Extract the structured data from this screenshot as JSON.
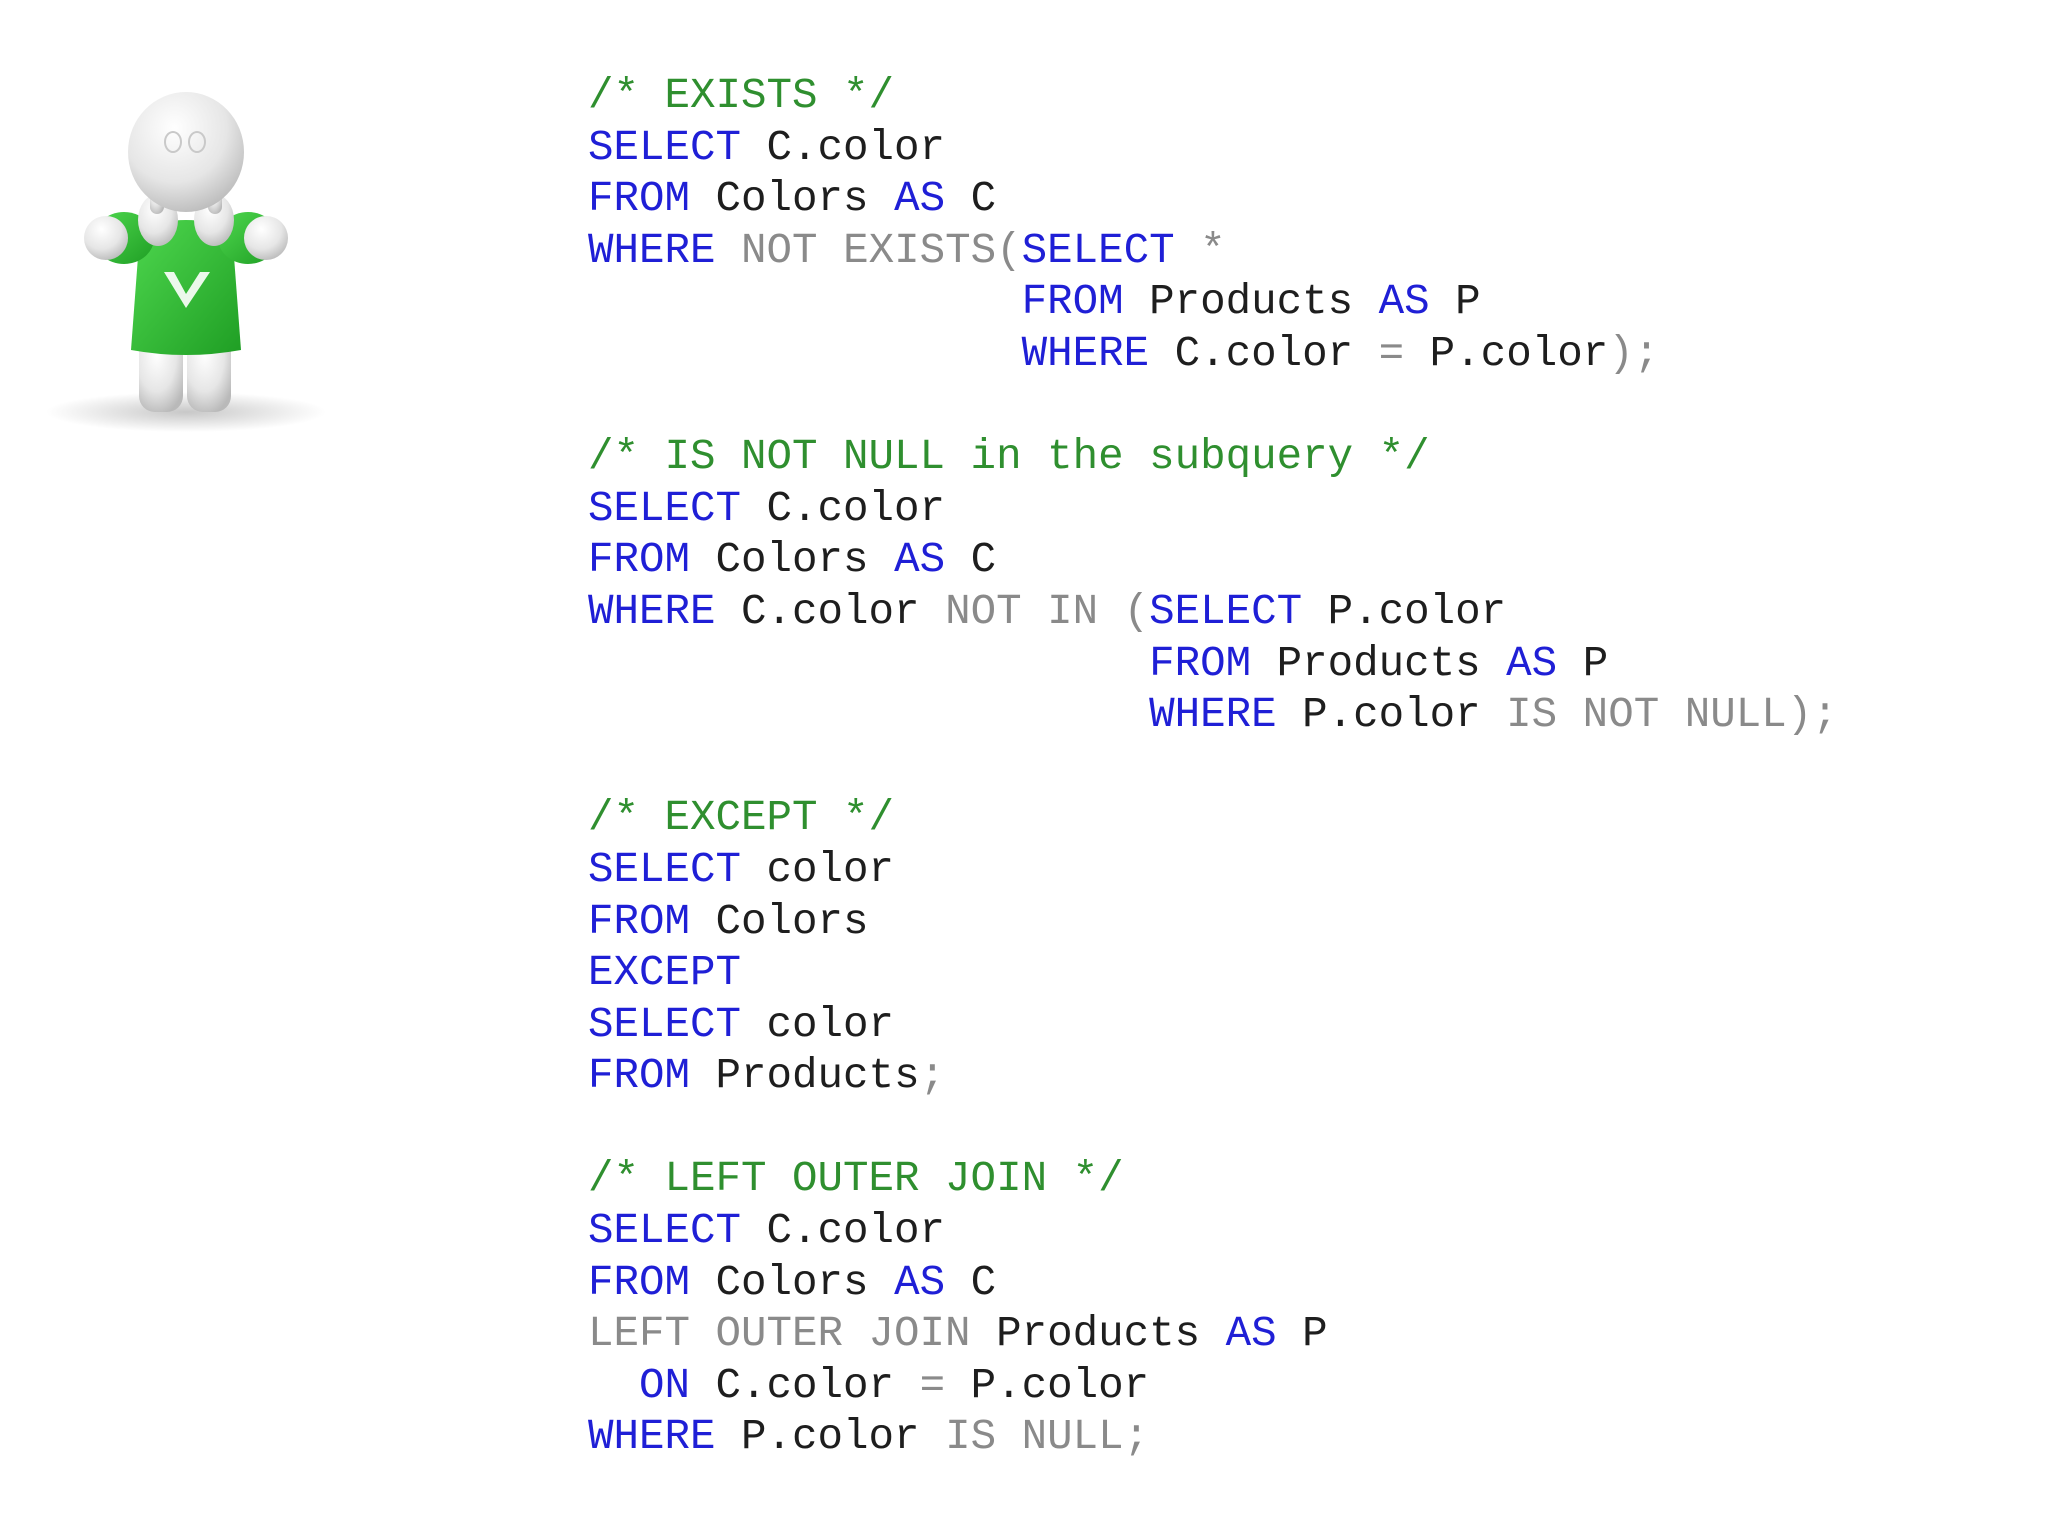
{
  "code_lines": [
    [
      {
        "t": "cm",
        "s": "/* EXISTS */"
      }
    ],
    [
      {
        "t": "kw",
        "s": "SELECT"
      },
      {
        "t": "id",
        "s": " C.color"
      }
    ],
    [
      {
        "t": "kw",
        "s": "FROM"
      },
      {
        "t": "id",
        "s": " Colors "
      },
      {
        "t": "kw",
        "s": "AS"
      },
      {
        "t": "id",
        "s": " C"
      }
    ],
    [
      {
        "t": "kw",
        "s": "WHERE"
      },
      {
        "t": "id",
        "s": " "
      },
      {
        "t": "op",
        "s": "NOT EXISTS("
      },
      {
        "t": "kw",
        "s": "SELECT"
      },
      {
        "t": "id",
        "s": " "
      },
      {
        "t": "op",
        "s": "*"
      }
    ],
    [
      {
        "t": "id",
        "s": "                 "
      },
      {
        "t": "kw",
        "s": "FROM"
      },
      {
        "t": "id",
        "s": " Products "
      },
      {
        "t": "kw",
        "s": "AS"
      },
      {
        "t": "id",
        "s": " P"
      }
    ],
    [
      {
        "t": "id",
        "s": "                 "
      },
      {
        "t": "kw",
        "s": "WHERE"
      },
      {
        "t": "id",
        "s": " C.color "
      },
      {
        "t": "op",
        "s": "="
      },
      {
        "t": "id",
        "s": " P.color"
      },
      {
        "t": "op",
        "s": ");"
      }
    ],
    [],
    [
      {
        "t": "cm",
        "s": "/* IS NOT NULL in the subquery */"
      }
    ],
    [
      {
        "t": "kw",
        "s": "SELECT"
      },
      {
        "t": "id",
        "s": " C.color"
      }
    ],
    [
      {
        "t": "kw",
        "s": "FROM"
      },
      {
        "t": "id",
        "s": " Colors "
      },
      {
        "t": "kw",
        "s": "AS"
      },
      {
        "t": "id",
        "s": " C"
      }
    ],
    [
      {
        "t": "kw",
        "s": "WHERE"
      },
      {
        "t": "id",
        "s": " C.color "
      },
      {
        "t": "op",
        "s": "NOT IN ("
      },
      {
        "t": "kw",
        "s": "SELECT"
      },
      {
        "t": "id",
        "s": " P.color"
      }
    ],
    [
      {
        "t": "id",
        "s": "                      "
      },
      {
        "t": "kw",
        "s": "FROM"
      },
      {
        "t": "id",
        "s": " Products "
      },
      {
        "t": "kw",
        "s": "AS"
      },
      {
        "t": "id",
        "s": " P"
      }
    ],
    [
      {
        "t": "id",
        "s": "                      "
      },
      {
        "t": "kw",
        "s": "WHERE"
      },
      {
        "t": "id",
        "s": " P.color "
      },
      {
        "t": "op",
        "s": "IS NOT NULL);"
      }
    ],
    [],
    [
      {
        "t": "cm",
        "s": "/* EXCEPT */"
      }
    ],
    [
      {
        "t": "kw",
        "s": "SELECT"
      },
      {
        "t": "id",
        "s": " color"
      }
    ],
    [
      {
        "t": "kw",
        "s": "FROM"
      },
      {
        "t": "id",
        "s": " Colors"
      }
    ],
    [
      {
        "t": "kw",
        "s": "EXCEPT"
      }
    ],
    [
      {
        "t": "kw",
        "s": "SELECT"
      },
      {
        "t": "id",
        "s": " color"
      }
    ],
    [
      {
        "t": "kw",
        "s": "FROM"
      },
      {
        "t": "id",
        "s": " Products"
      },
      {
        "t": "op",
        "s": ";"
      }
    ],
    [],
    [
      {
        "t": "cm",
        "s": "/* LEFT OUTER JOIN */"
      }
    ],
    [
      {
        "t": "kw",
        "s": "SELECT"
      },
      {
        "t": "id",
        "s": " C.color"
      }
    ],
    [
      {
        "t": "kw",
        "s": "FROM"
      },
      {
        "t": "id",
        "s": " Colors "
      },
      {
        "t": "kw",
        "s": "AS"
      },
      {
        "t": "id",
        "s": " C"
      }
    ],
    [
      {
        "t": "op",
        "s": "LEFT OUTER JOIN"
      },
      {
        "t": "id",
        "s": " Products "
      },
      {
        "t": "kw",
        "s": "AS"
      },
      {
        "t": "id",
        "s": " P"
      }
    ],
    [
      {
        "t": "id",
        "s": "  "
      },
      {
        "t": "kw",
        "s": "ON"
      },
      {
        "t": "id",
        "s": " C.color "
      },
      {
        "t": "op",
        "s": "="
      },
      {
        "t": "id",
        "s": " P.color"
      }
    ],
    [
      {
        "t": "kw",
        "s": "WHERE"
      },
      {
        "t": "id",
        "s": " P.color "
      },
      {
        "t": "op",
        "s": "IS NULL;"
      }
    ]
  ],
  "colors": {
    "keyword": "#1f1fd6",
    "operator": "#8a8a8a",
    "comment": "#2f8f2f",
    "identifier": "#1e1e1e",
    "mascot_shirt": "#36c23a",
    "mascot_body": "#e8e8e8"
  },
  "icons": {
    "mascot": "thumbs-up-figure-illustration"
  }
}
